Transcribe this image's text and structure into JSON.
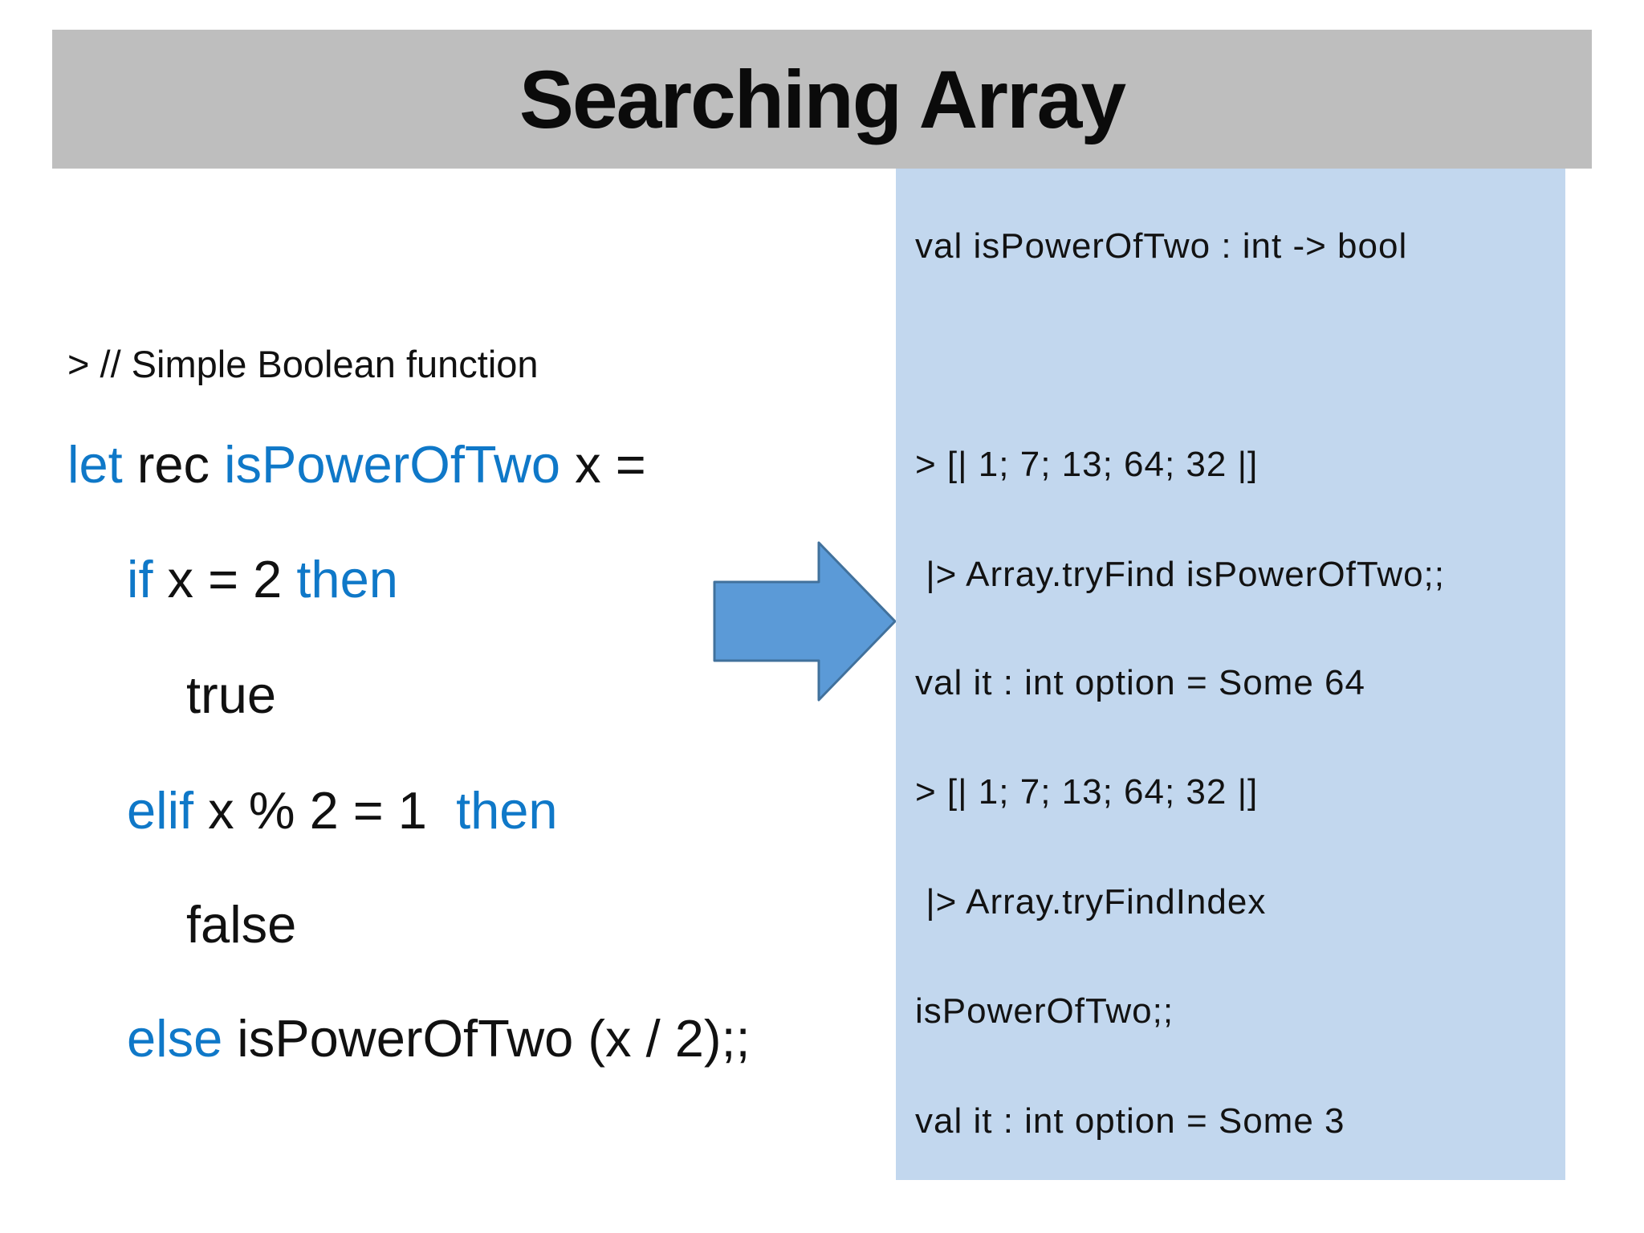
{
  "slide": {
    "title": "Searching Array",
    "colors": {
      "title_bar_bg": "#bebebe",
      "panel_bg": "#c2d7ee",
      "arrow_fill": "#5b9ad7",
      "arrow_border": "#41719c",
      "keyword_blue": "#0f78c8",
      "code_text": "#111111"
    }
  },
  "code": {
    "comment": "> // Simple Boolean function",
    "let_line": {
      "k1": "let",
      "p1": " rec ",
      "k2": "isPowerOfTwo",
      "p2": " x ="
    },
    "if_line": {
      "k1": "if",
      "p1": " x = 2 ",
      "k2": "then"
    },
    "true_line": "true",
    "elif_line": {
      "k1": "elif",
      "p1": " x % 2 = 1  ",
      "k2": "then"
    },
    "false_line": "false",
    "else_line": {
      "k1": "else",
      "p1": " isPowerOfTwo (x / 2);;"
    }
  },
  "repl": {
    "lines": [
      "val isPowerOfTwo : int -> bool",
      "> [| 1; 7; 13; 64; 32 |]",
      " |> Array.tryFind isPowerOfTwo;;",
      "val it : int option = Some 64",
      "> [| 1; 7; 13; 64; 32 |]",
      " |> Array.tryFindIndex",
      "isPowerOfTwo;;",
      "val it : int option = Some 3"
    ]
  }
}
